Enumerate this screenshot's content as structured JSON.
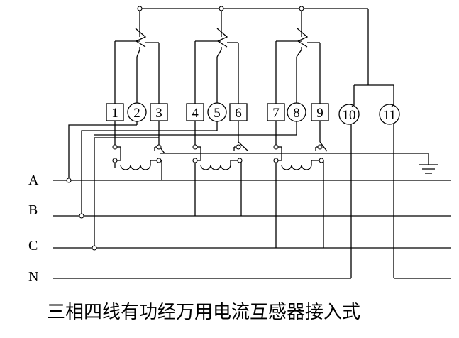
{
  "caption": "三相四线有功经万用电流互感器接入式",
  "phase_labels": {
    "a": "A",
    "b": "B",
    "c": "C",
    "n": "N"
  },
  "terminals": {
    "t1": "1",
    "t2": "2",
    "t3": "3",
    "t4": "4",
    "t5": "5",
    "t6": "6",
    "t7": "7",
    "t8": "8",
    "t9": "9",
    "t10": "10",
    "t11": "11"
  }
}
